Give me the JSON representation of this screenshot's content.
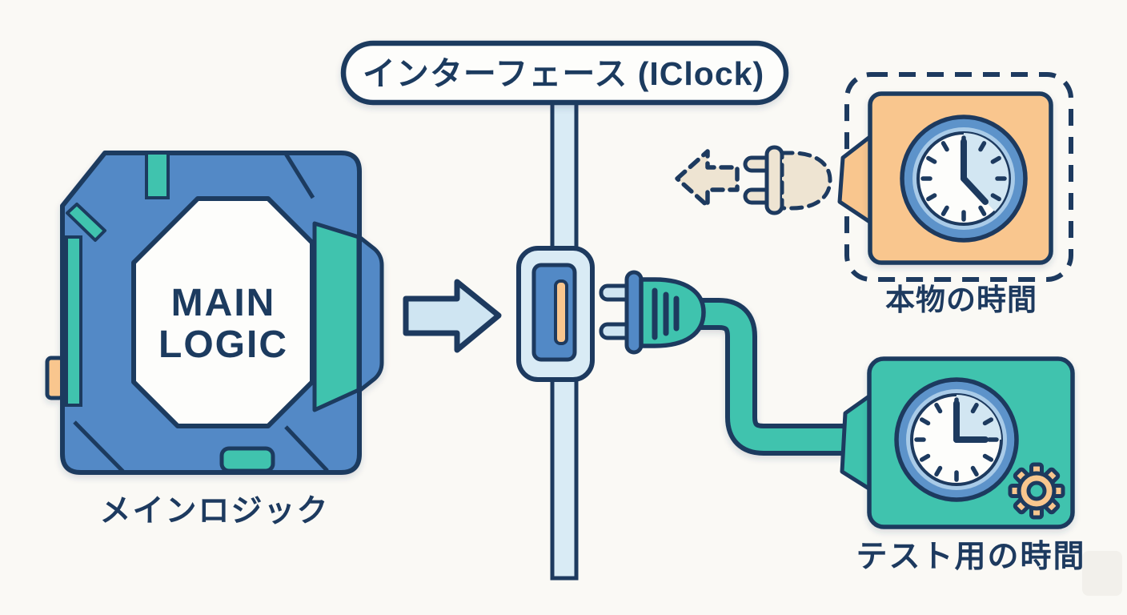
{
  "diagram_title": "インターフェース (IClock)",
  "interface": {
    "label": "インターフェース (IClock)",
    "icon": "interface-pill"
  },
  "main_logic": {
    "chip_line1": "MAIN",
    "chip_line2": "LOGIC",
    "label": "メインロジック",
    "icon": "chip-icon"
  },
  "real_time": {
    "label": "本物の時間",
    "icon": "clock-icon",
    "state": "unplugged",
    "frame": "dashed"
  },
  "test_time": {
    "label": "テスト用の時間",
    "icon": "clock-icon",
    "badge_icon": "gear-icon",
    "state": "plugged-in"
  },
  "icons": [
    "interface-pill",
    "chip-icon",
    "arrow-right-icon",
    "socket-icon",
    "plug-icon",
    "cable-line",
    "dashed-arrow-left-icon",
    "unplugged-plug-icon",
    "clock-icon",
    "gear-icon"
  ],
  "colors": {
    "navy_outline": "#1d3a5f",
    "chip_blue": "#5289c6",
    "teal": "#3fc3ae",
    "light_blue": "#d9ebf5",
    "pale_blue_arrow": "#cfe5f2",
    "orange": "#f9c68e",
    "cream_ghost": "#eee4d2",
    "clock_ring": "#5d93ca",
    "clock_ring_inner": "#a9cbe8",
    "clock_face": "#fdfdfb",
    "clock_shade": "#d2e6f2",
    "background": "#faf9f5"
  }
}
